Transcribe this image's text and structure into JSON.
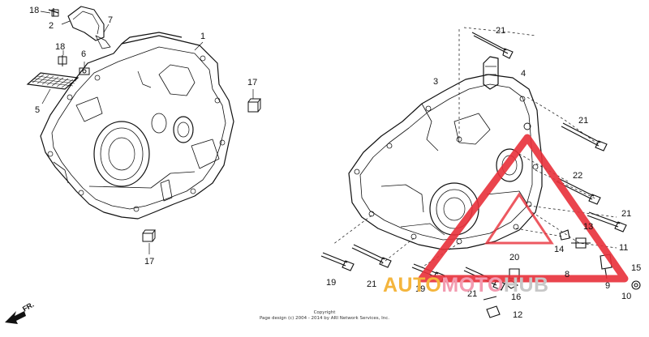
{
  "callouts": {
    "c1": "1",
    "c2": "2",
    "c3": "3",
    "c4": "4",
    "c5": "5",
    "c6": "6",
    "c7": "7",
    "c8": "8",
    "c9": "9",
    "c10": "10",
    "c11": "11",
    "c12": "12",
    "c13": "13",
    "c14": "14",
    "c15": "15",
    "c16": "16",
    "c17a": "17",
    "c17b": "17",
    "c18a": "18",
    "c18b": "18",
    "c19a": "19",
    "c19b": "19",
    "c20": "20",
    "c21a": "21",
    "c21b": "21",
    "c21c": "21",
    "c21d": "21",
    "c21e": "21",
    "c22": "22"
  },
  "direction_label": "FR.",
  "copyright": {
    "line1": "Copyright",
    "line2": "Page design (c) 2004 - 2014 by ARI Network Services, Inc."
  },
  "watermark": {
    "part1": "AUTO",
    "part2": "MOTO",
    "part3": "HUB",
    "colors": {
      "yellow": "#f4b53d",
      "pink": "#f39bb0",
      "gray": "#c7c7c7",
      "red": "#e8303a"
    }
  }
}
